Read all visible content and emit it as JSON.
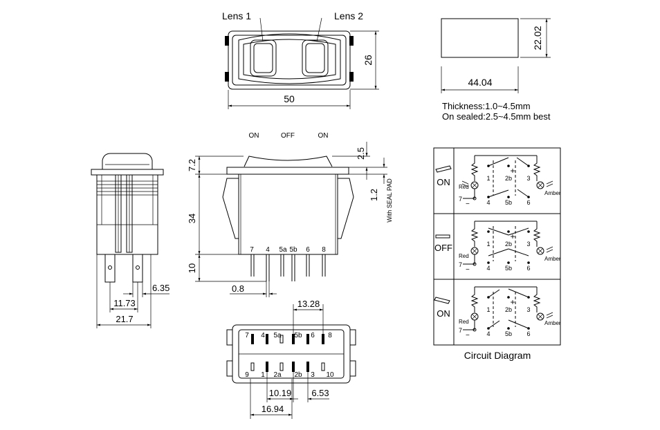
{
  "top_view": {
    "lens1_label": "Lens  1",
    "lens2_label": "Lens  2",
    "width_dim": "50",
    "height_dim": "26"
  },
  "cutout": {
    "width_dim": "44.04",
    "height_dim": "22.02",
    "thickness_note": "Thickness:1.0~4.5mm",
    "sealed_note": "On sealed:2.5~4.5mm best"
  },
  "front_view": {
    "positions": [
      "ON",
      "OFF",
      "ON"
    ],
    "dim_top": "7.2",
    "dim_body": "34",
    "dim_terminal": "10",
    "dim_terminal_width": "0.8",
    "dim_rocker": "2.5",
    "dim_pad": "1.2",
    "seal_pad_note": "With SEAL PAD",
    "pin_labels": [
      "7",
      "4",
      "5a",
      "5b",
      "6",
      "8"
    ]
  },
  "side_view": {
    "dim_pin_spacing": "6.35",
    "dim_inner": "11.73",
    "dim_outer": "21.7"
  },
  "bottom_view": {
    "dim_top": "13.28",
    "dim_a": "10.19",
    "dim_b": "6.53",
    "dim_c": "16.94",
    "top_pins": [
      "7",
      "4",
      "5a",
      "5b",
      "6",
      "8"
    ],
    "bottom_pins": [
      "9",
      "1",
      "2a",
      "2b",
      "3",
      "10"
    ]
  },
  "circuit": {
    "caption": "Circuit Diagram",
    "rows": [
      {
        "state": "ON",
        "left_lamp": "Red",
        "right_lamp": "Amber",
        "neg_pin": "7",
        "top_pins": [
          "1",
          "2b",
          "3"
        ],
        "bottom_pins": [
          "4",
          "5b",
          "6"
        ]
      },
      {
        "state": "OFF",
        "left_lamp": "Red",
        "right_lamp": "Amber",
        "neg_pin": "7",
        "top_pins": [
          "1",
          "2b",
          "3"
        ],
        "bottom_pins": [
          "4",
          "5b",
          "6"
        ]
      },
      {
        "state": "ON",
        "left_lamp": "Red",
        "right_lamp": "Amber",
        "neg_pin": "7",
        "top_pins": [
          "1",
          "2b",
          "3"
        ],
        "bottom_pins": [
          "4",
          "5b",
          "6"
        ]
      }
    ]
  }
}
